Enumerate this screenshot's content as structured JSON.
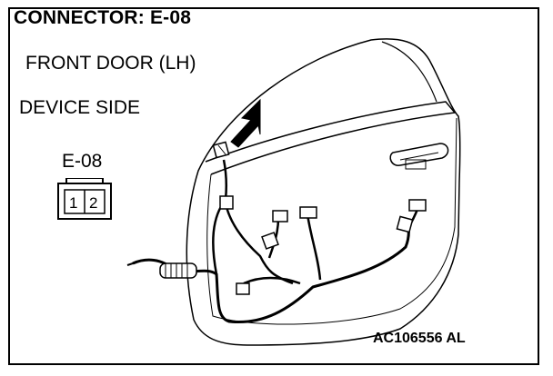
{
  "header": {
    "title": "CONNECTOR: E-08",
    "location": "FRONT DOOR (LH)",
    "view": "DEVICE SIDE"
  },
  "connector": {
    "label": "E-08",
    "pins": [
      "1",
      "2"
    ]
  },
  "footer": {
    "figure_code": "AC106556 AL"
  }
}
